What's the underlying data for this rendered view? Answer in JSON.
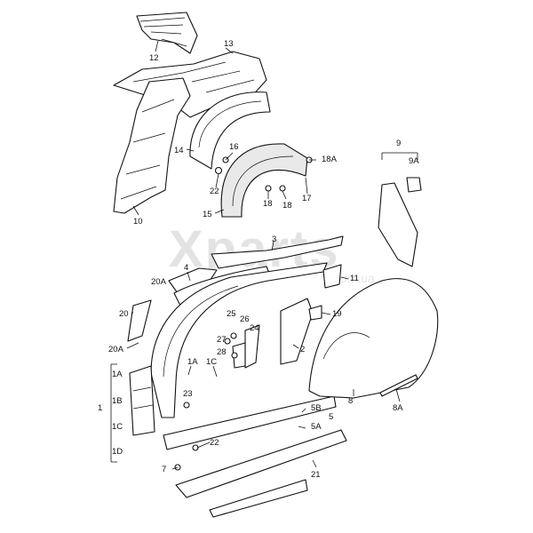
{
  "watermark": {
    "brand": "Xparts",
    "sub": ".com.ua"
  },
  "callouts": {
    "c1": "1",
    "c1A_left": "1A",
    "c1A_right": "1A",
    "c1B": "1B",
    "c1C_left": "1C",
    "c1C_right": "1C",
    "c1D": "1D",
    "c2": "2",
    "c3": "3",
    "c4": "4",
    "c5": "5",
    "c5A": "5A",
    "c5B": "5B",
    "c7": "7",
    "c8": "8",
    "c8A": "8A",
    "c9": "9",
    "c9A": "9A",
    "c10": "10",
    "c11": "11",
    "c12": "12",
    "c13": "13",
    "c14": "14",
    "c15": "15",
    "c16": "16",
    "c17": "17",
    "c18_a": "18",
    "c18_b": "18",
    "c18A": "18A",
    "c19": "19",
    "c20": "20",
    "c20A_top": "20A",
    "c20A_bottom": "20A",
    "c21": "21",
    "c22_top": "22",
    "c22_bottom": "22",
    "c23": "23",
    "c24": "24",
    "c25": "25",
    "c26": "26",
    "c27": "27",
    "c28": "28"
  }
}
